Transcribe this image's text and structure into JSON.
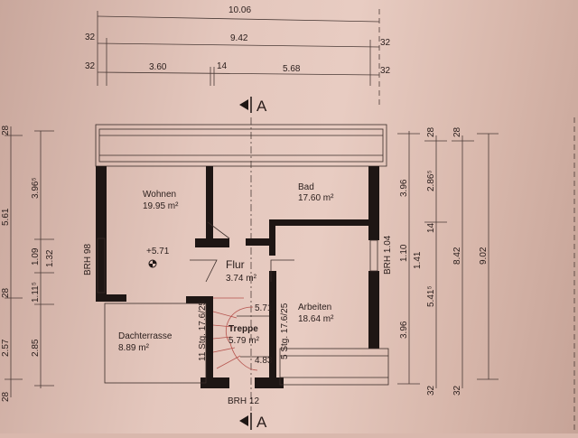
{
  "section_marker": "A",
  "top_dimensions": {
    "overall": "10.06",
    "inner": "9.42",
    "wall_left": "32",
    "wall_right": "32",
    "segment_left": "3.60",
    "segment_mid": "14",
    "segment_right": "5.68",
    "wall_left_2": "32",
    "wall_right_2": "32"
  },
  "left_dimensions": {
    "outer_col": [
      "28",
      "5.61",
      "28",
      "2.57",
      "28"
    ],
    "inner_col": [
      "3.96⁵",
      "1.09",
      "1.11⁵",
      "2.85"
    ],
    "window_col": [
      "1.32"
    ]
  },
  "right_dimensions": {
    "col1": [
      "3.96",
      "1.10",
      "3.96"
    ],
    "col1b": [
      "1.41"
    ],
    "col2": [
      "28",
      "2.86⁵",
      "14",
      "5.41⁵",
      "32"
    ],
    "col3": [
      "28",
      "8.42",
      "32"
    ],
    "col4": [
      "9.02"
    ]
  },
  "rooms": [
    {
      "name": "Wohnen",
      "area": "19.95 m²"
    },
    {
      "name": "Bad",
      "area": "17.60 m²"
    },
    {
      "name": "Flur",
      "area": "3.74 m²"
    },
    {
      "name": "Arbeiten",
      "area": "18.64 m²"
    },
    {
      "name": "Dachterrasse",
      "area": "8.89 m²"
    },
    {
      "name": "Treppe",
      "area": "5.79 m²"
    }
  ],
  "annotations": {
    "level_wohnen": "+5.71",
    "brh_left": "BRH 98",
    "brh_right": "BRH 1.04",
    "brh_bottom": "BRH 12",
    "stairs_left": "11 Stg. 17.6/25",
    "stairs_right": "5 Stg. 17.6/25",
    "stair_top_level": "5.71",
    "stair_bottom_level": "4.83"
  }
}
